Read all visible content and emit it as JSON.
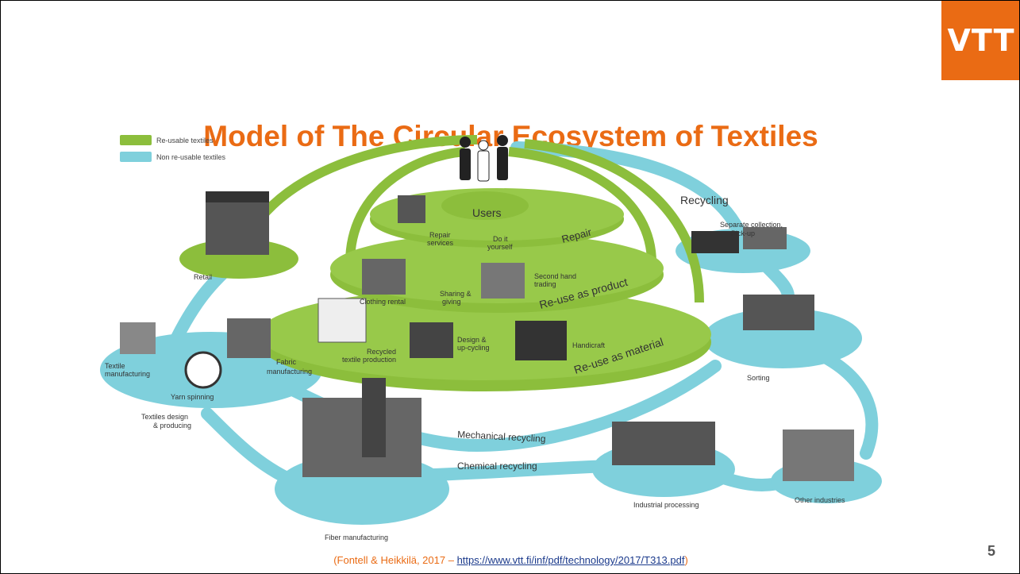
{
  "brand": {
    "logo_text": "VTT",
    "accent": "#ea6b14"
  },
  "title": "Model of The Circular Ecosystem of Textiles",
  "legend": [
    {
      "label": "Re-usable textiles",
      "color": "#8cbe3c"
    },
    {
      "label": "Non re-usable textiles",
      "color": "#7fd0dc"
    }
  ],
  "labels": {
    "recycling": "Recycling",
    "separate_collection_1": "Separate collection,",
    "separate_collection_2": "Pick-up",
    "users": "Users",
    "repair": "Repair",
    "repair_services_1": "Repair",
    "repair_services_2": "services",
    "diy_1": "Do it",
    "diy_2": "yourself",
    "reuse_product": "Re-use as product",
    "clothing_rental": "Clothing rental",
    "sharing_1": "Sharing &",
    "sharing_2": "giving",
    "second_hand_1": "Second hand",
    "second_hand_2": "trading",
    "reuse_material": "Re-use as material",
    "recycled_prod_1": "Recycled",
    "recycled_prod_2": "textile production",
    "design_1": "Design &",
    "design_2": "up-cycling",
    "handicraft": "Handicraft",
    "retail": "Retail",
    "sorting": "Sorting",
    "textile_mfg_1": "Textile",
    "textile_mfg_2": "manufacturing",
    "fabric_mfg_1": "Fabric",
    "fabric_mfg_2": "manufacturing",
    "yarn_spinning": "Yarn spinning",
    "textiles_design_1": "Textiles design",
    "textiles_design_2": "& producing",
    "mechanical_recycling": "Mechanical recycling",
    "chemical_recycling": "Chemical recycling",
    "industrial_processing": "Industrial processing",
    "other_industries": "Other industries",
    "fiber_manufacturing": "Fiber manufacturing"
  },
  "page_number": "5",
  "citation": {
    "prefix": "(Fontell & Heikkilä, 2017 – ",
    "link": "https://www.vtt.fi/inf/pdf/technology/2017/T313.pdf",
    "suffix": ")"
  }
}
